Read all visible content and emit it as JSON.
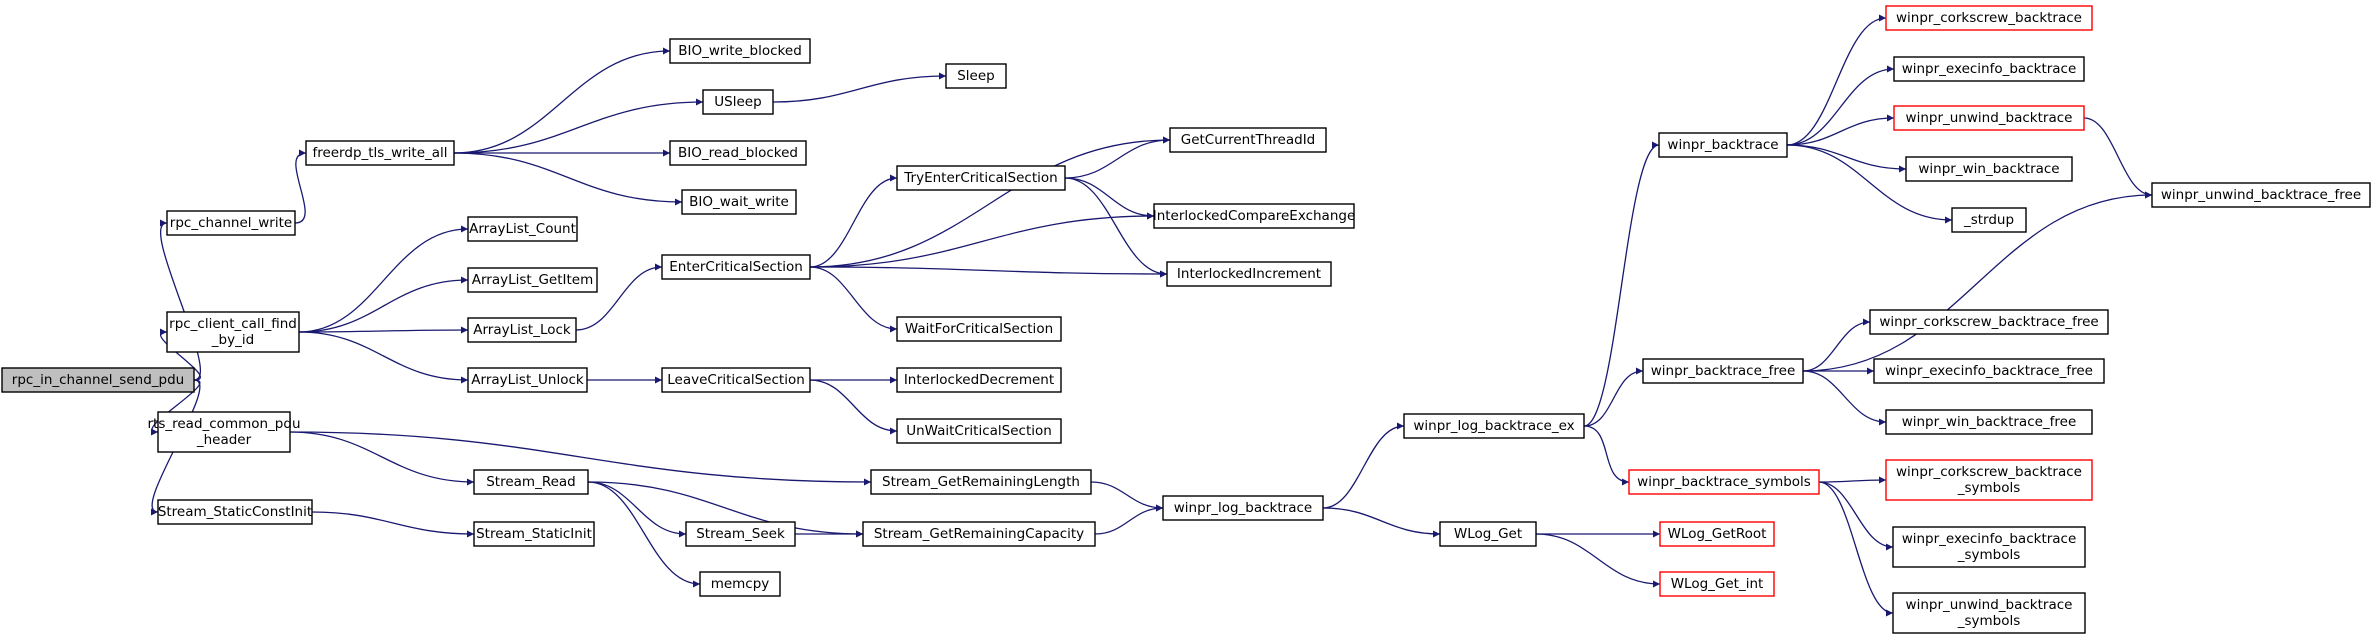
{
  "colors": {
    "edge": "#191970",
    "root_fill": "#bfbfbf",
    "border": "#000000",
    "truncated_border": "#ff0000"
  },
  "nodes": [
    {
      "id": "rpc_in_channel_send_pdu",
      "lines": [
        "rpc_in_channel_send_pdu"
      ],
      "style": "root"
    },
    {
      "id": "rpc_channel_write",
      "lines": [
        "rpc_channel_write"
      ]
    },
    {
      "id": "rpc_client_call_find_by_id",
      "lines": [
        "rpc_client_call_find",
        "_by_id"
      ]
    },
    {
      "id": "rts_read_common_pdu_header",
      "lines": [
        "rts_read_common_pdu",
        "_header"
      ]
    },
    {
      "id": "Stream_StaticConstInit",
      "lines": [
        "Stream_StaticConstInit"
      ]
    },
    {
      "id": "freerdp_tls_write_all",
      "lines": [
        "freerdp_tls_write_all"
      ]
    },
    {
      "id": "ArrayList_Count",
      "lines": [
        "ArrayList_Count"
      ]
    },
    {
      "id": "ArrayList_GetItem",
      "lines": [
        "ArrayList_GetItem"
      ]
    },
    {
      "id": "ArrayList_Lock",
      "lines": [
        "ArrayList_Lock"
      ]
    },
    {
      "id": "ArrayList_Unlock",
      "lines": [
        "ArrayList_Unlock"
      ]
    },
    {
      "id": "Stream_Read",
      "lines": [
        "Stream_Read"
      ]
    },
    {
      "id": "Stream_StaticInit",
      "lines": [
        "Stream_StaticInit"
      ]
    },
    {
      "id": "BIO_write_blocked",
      "lines": [
        "BIO_write_blocked"
      ]
    },
    {
      "id": "USleep",
      "lines": [
        "USleep"
      ]
    },
    {
      "id": "BIO_read_blocked",
      "lines": [
        "BIO_read_blocked"
      ]
    },
    {
      "id": "BIO_wait_write",
      "lines": [
        "BIO_wait_write"
      ]
    },
    {
      "id": "EnterCriticalSection",
      "lines": [
        "EnterCriticalSection"
      ]
    },
    {
      "id": "LeaveCriticalSection",
      "lines": [
        "LeaveCriticalSection"
      ]
    },
    {
      "id": "Stream_Seek",
      "lines": [
        "Stream_Seek"
      ]
    },
    {
      "id": "memcpy",
      "lines": [
        "memcpy"
      ]
    },
    {
      "id": "Sleep",
      "lines": [
        "Sleep"
      ]
    },
    {
      "id": "TryEnterCriticalSection",
      "lines": [
        "TryEnterCriticalSection"
      ]
    },
    {
      "id": "WaitForCriticalSection",
      "lines": [
        "WaitForCriticalSection"
      ]
    },
    {
      "id": "InterlockedDecrement",
      "lines": [
        "InterlockedDecrement"
      ]
    },
    {
      "id": "UnWaitCriticalSection",
      "lines": [
        "UnWaitCriticalSection"
      ]
    },
    {
      "id": "Stream_GetRemainingLength",
      "lines": [
        "Stream_GetRemainingLength"
      ]
    },
    {
      "id": "Stream_GetRemainingCapacity",
      "lines": [
        "Stream_GetRemainingCapacity"
      ]
    },
    {
      "id": "GetCurrentThreadId",
      "lines": [
        "GetCurrentThreadId"
      ]
    },
    {
      "id": "InterlockedCompareExchange",
      "lines": [
        "InterlockedCompareExchange"
      ]
    },
    {
      "id": "InterlockedIncrement",
      "lines": [
        "InterlockedIncrement"
      ]
    },
    {
      "id": "winpr_log_backtrace",
      "lines": [
        "winpr_log_backtrace"
      ]
    },
    {
      "id": "winpr_log_backtrace_ex",
      "lines": [
        "winpr_log_backtrace_ex"
      ]
    },
    {
      "id": "WLog_Get",
      "lines": [
        "WLog_Get"
      ]
    },
    {
      "id": "winpr_backtrace",
      "lines": [
        "winpr_backtrace"
      ]
    },
    {
      "id": "winpr_backtrace_free",
      "lines": [
        "winpr_backtrace_free"
      ]
    },
    {
      "id": "winpr_backtrace_symbols",
      "lines": [
        "winpr_backtrace_symbols"
      ],
      "style": "red"
    },
    {
      "id": "WLog_GetRoot",
      "lines": [
        "WLog_GetRoot"
      ],
      "style": "red"
    },
    {
      "id": "WLog_Get_int",
      "lines": [
        "WLog_Get_int"
      ],
      "style": "red"
    },
    {
      "id": "winpr_corkscrew_backtrace",
      "lines": [
        "winpr_corkscrew_backtrace"
      ],
      "style": "red"
    },
    {
      "id": "winpr_execinfo_backtrace",
      "lines": [
        "winpr_execinfo_backtrace"
      ]
    },
    {
      "id": "winpr_unwind_backtrace",
      "lines": [
        "winpr_unwind_backtrace"
      ],
      "style": "red"
    },
    {
      "id": "winpr_win_backtrace",
      "lines": [
        "winpr_win_backtrace"
      ]
    },
    {
      "id": "_strdup",
      "lines": [
        "_strdup"
      ]
    },
    {
      "id": "winpr_corkscrew_backtrace_free",
      "lines": [
        "winpr_corkscrew_backtrace_free"
      ]
    },
    {
      "id": "winpr_execinfo_backtrace_free",
      "lines": [
        "winpr_execinfo_backtrace_free"
      ]
    },
    {
      "id": "winpr_win_backtrace_free",
      "lines": [
        "winpr_win_backtrace_free"
      ]
    },
    {
      "id": "winpr_corkscrew_backtrace_symbols",
      "lines": [
        "winpr_corkscrew_backtrace",
        "_symbols"
      ],
      "style": "red"
    },
    {
      "id": "winpr_execinfo_backtrace_symbols",
      "lines": [
        "winpr_execinfo_backtrace",
        "_symbols"
      ]
    },
    {
      "id": "winpr_unwind_backtrace_symbols",
      "lines": [
        "winpr_unwind_backtrace",
        "_symbols"
      ]
    },
    {
      "id": "winpr_unwind_backtrace_free",
      "lines": [
        "winpr_unwind_backtrace_free"
      ]
    }
  ],
  "edges": [
    [
      "rpc_in_channel_send_pdu",
      "rpc_channel_write"
    ],
    [
      "rpc_in_channel_send_pdu",
      "rpc_client_call_find_by_id"
    ],
    [
      "rpc_in_channel_send_pdu",
      "rts_read_common_pdu_header"
    ],
    [
      "rpc_in_channel_send_pdu",
      "Stream_StaticConstInit"
    ],
    [
      "rpc_channel_write",
      "freerdp_tls_write_all"
    ],
    [
      "freerdp_tls_write_all",
      "BIO_write_blocked"
    ],
    [
      "freerdp_tls_write_all",
      "USleep"
    ],
    [
      "freerdp_tls_write_all",
      "BIO_read_blocked"
    ],
    [
      "freerdp_tls_write_all",
      "BIO_wait_write"
    ],
    [
      "USleep",
      "Sleep"
    ],
    [
      "rpc_client_call_find_by_id",
      "ArrayList_Count"
    ],
    [
      "rpc_client_call_find_by_id",
      "ArrayList_GetItem"
    ],
    [
      "rpc_client_call_find_by_id",
      "ArrayList_Lock"
    ],
    [
      "rpc_client_call_find_by_id",
      "ArrayList_Unlock"
    ],
    [
      "ArrayList_Lock",
      "EnterCriticalSection"
    ],
    [
      "ArrayList_Unlock",
      "LeaveCriticalSection"
    ],
    [
      "EnterCriticalSection",
      "GetCurrentThreadId"
    ],
    [
      "EnterCriticalSection",
      "TryEnterCriticalSection"
    ],
    [
      "EnterCriticalSection",
      "InterlockedCompareExchange"
    ],
    [
      "EnterCriticalSection",
      "InterlockedIncrement"
    ],
    [
      "EnterCriticalSection",
      "WaitForCriticalSection"
    ],
    [
      "TryEnterCriticalSection",
      "GetCurrentThreadId"
    ],
    [
      "TryEnterCriticalSection",
      "InterlockedCompareExchange"
    ],
    [
      "TryEnterCriticalSection",
      "InterlockedIncrement"
    ],
    [
      "LeaveCriticalSection",
      "InterlockedDecrement"
    ],
    [
      "LeaveCriticalSection",
      "UnWaitCriticalSection"
    ],
    [
      "rts_read_common_pdu_header",
      "Stream_GetRemainingLength"
    ],
    [
      "rts_read_common_pdu_header",
      "Stream_Read"
    ],
    [
      "Stream_Read",
      "Stream_GetRemainingCapacity"
    ],
    [
      "Stream_Read",
      "Stream_Seek"
    ],
    [
      "Stream_Read",
      "memcpy"
    ],
    [
      "Stream_Seek",
      "Stream_GetRemainingCapacity"
    ],
    [
      "Stream_StaticConstInit",
      "Stream_StaticInit"
    ],
    [
      "Stream_GetRemainingLength",
      "winpr_log_backtrace"
    ],
    [
      "Stream_GetRemainingCapacity",
      "winpr_log_backtrace"
    ],
    [
      "winpr_log_backtrace",
      "winpr_log_backtrace_ex"
    ],
    [
      "winpr_log_backtrace",
      "WLog_Get"
    ],
    [
      "winpr_log_backtrace_ex",
      "winpr_backtrace"
    ],
    [
      "winpr_log_backtrace_ex",
      "winpr_backtrace_free"
    ],
    [
      "winpr_log_backtrace_ex",
      "winpr_backtrace_symbols"
    ],
    [
      "WLog_Get",
      "WLog_GetRoot"
    ],
    [
      "WLog_Get",
      "WLog_Get_int"
    ],
    [
      "winpr_backtrace",
      "winpr_corkscrew_backtrace"
    ],
    [
      "winpr_backtrace",
      "winpr_execinfo_backtrace"
    ],
    [
      "winpr_backtrace",
      "winpr_unwind_backtrace"
    ],
    [
      "winpr_backtrace",
      "winpr_win_backtrace"
    ],
    [
      "winpr_backtrace",
      "_strdup"
    ],
    [
      "winpr_unwind_backtrace",
      "winpr_unwind_backtrace_free"
    ],
    [
      "winpr_backtrace_free",
      "winpr_unwind_backtrace_free"
    ],
    [
      "winpr_backtrace_free",
      "winpr_corkscrew_backtrace_free"
    ],
    [
      "winpr_backtrace_free",
      "winpr_execinfo_backtrace_free"
    ],
    [
      "winpr_backtrace_free",
      "winpr_win_backtrace_free"
    ],
    [
      "winpr_backtrace_symbols",
      "winpr_corkscrew_backtrace_symbols"
    ],
    [
      "winpr_backtrace_symbols",
      "winpr_execinfo_backtrace_symbols"
    ],
    [
      "winpr_backtrace_symbols",
      "winpr_unwind_backtrace_symbols"
    ]
  ]
}
